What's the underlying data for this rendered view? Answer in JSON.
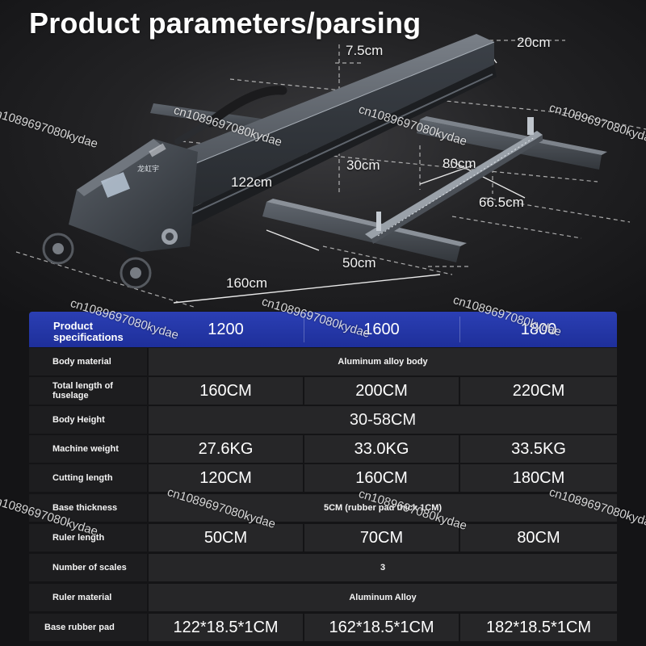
{
  "title": "Product parameters/parsing",
  "dimensions": {
    "d_7_5": "7.5cm",
    "d_20": "20cm",
    "d_30": "30cm",
    "d_122": "122cm",
    "d_80": "80cm",
    "d_66_5": "66.5cm",
    "d_50": "50cm",
    "d_160": "160cm"
  },
  "machine_label": "龙虹宇",
  "watermark": "cn1089697080kydae",
  "table": {
    "header": {
      "label": "Product specifications",
      "models": [
        "1200",
        "1600",
        "1800"
      ]
    },
    "rows": [
      {
        "label": "Body material",
        "merged": "Aluminum alloy body"
      },
      {
        "label": "Total length of fuselage",
        "values": [
          "160CM",
          "200CM",
          "220CM"
        ]
      },
      {
        "label": "Body Height",
        "merged": "30-58CM"
      },
      {
        "label": "Machine weight",
        "values": [
          "27.6KG",
          "33.0KG",
          "33.5KG"
        ]
      },
      {
        "label": "Cutting length",
        "values": [
          "120CM",
          "160CM",
          "180CM"
        ]
      },
      {
        "label": "Base thickness",
        "merged": "5CM (rubber pad thick 1CM)"
      },
      {
        "label": "Ruler length",
        "values": [
          "50CM",
          "70CM",
          "80CM"
        ]
      },
      {
        "label": "Number of scales",
        "merged": "3"
      },
      {
        "label": "Ruler material",
        "merged": "Aluminum Alloy"
      },
      {
        "label": "Base rubber pad",
        "values": [
          "122*18.5*1CM",
          "162*18.5*1CM",
          "182*18.5*1CM"
        ]
      }
    ]
  },
  "colors": {
    "header_bg": "#22339f",
    "cell_bg": "#262628",
    "page_bg": "#141416"
  }
}
